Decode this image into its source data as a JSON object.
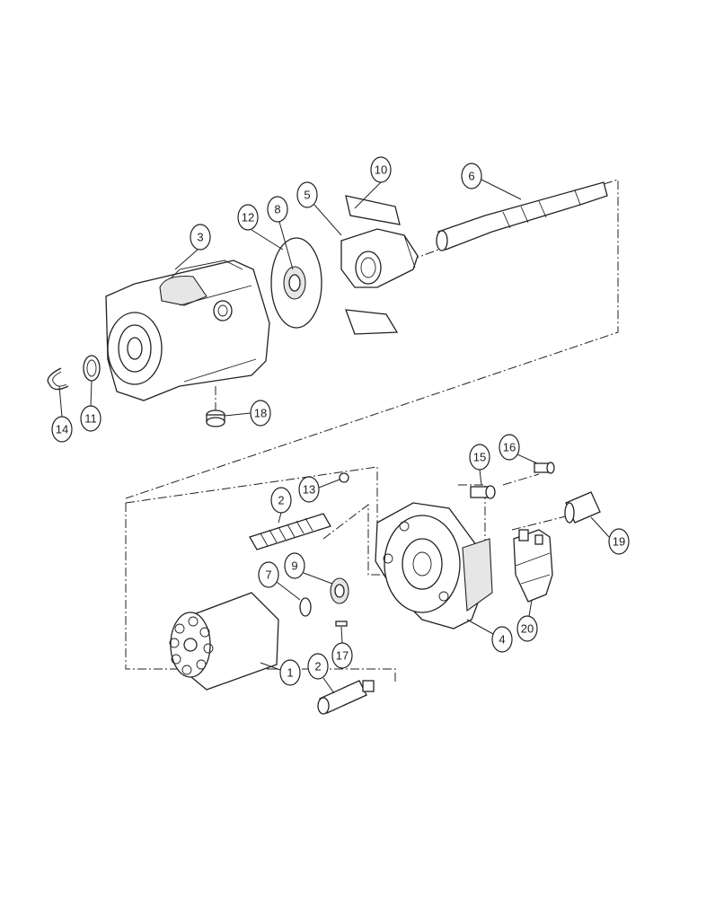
{
  "callouts": [
    {
      "id": "c10",
      "label": "10"
    },
    {
      "id": "c6",
      "label": "6"
    },
    {
      "id": "c12",
      "label": "12"
    },
    {
      "id": "c8",
      "label": "8"
    },
    {
      "id": "c5",
      "label": "5"
    },
    {
      "id": "c3",
      "label": "3"
    },
    {
      "id": "c14",
      "label": "14"
    },
    {
      "id": "c11",
      "label": "11"
    },
    {
      "id": "c18",
      "label": "18"
    },
    {
      "id": "c15",
      "label": "15"
    },
    {
      "id": "c16",
      "label": "16"
    },
    {
      "id": "c13",
      "label": "13"
    },
    {
      "id": "c2a",
      "label": "2"
    },
    {
      "id": "c19",
      "label": "19"
    },
    {
      "id": "c7",
      "label": "7"
    },
    {
      "id": "c9",
      "label": "9"
    },
    {
      "id": "c4",
      "label": "4"
    },
    {
      "id": "c20",
      "label": "20"
    },
    {
      "id": "c1",
      "label": "1"
    },
    {
      "id": "c2b",
      "label": "2"
    },
    {
      "id": "c17",
      "label": "17"
    }
  ]
}
